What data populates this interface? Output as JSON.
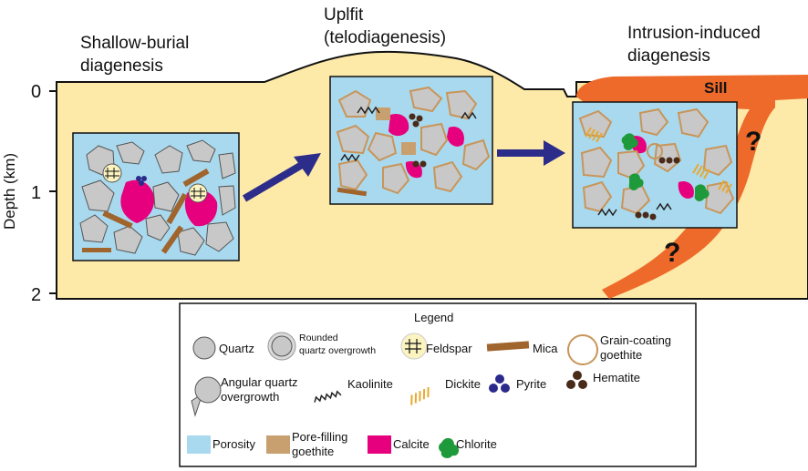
{
  "stages": [
    {
      "id": "shallow",
      "title_lines": [
        "Shallow-burial",
        "diagenesis"
      ]
    },
    {
      "id": "uplift",
      "title_lines": [
        "Uplfit",
        "(telodiagenesis)"
      ]
    },
    {
      "id": "intrusion",
      "title_lines": [
        "Intrusion-induced",
        "diagenesis"
      ]
    }
  ],
  "axis": {
    "label": "Depth (km)",
    "ticks": [
      "0",
      "1",
      "2"
    ]
  },
  "sill_label": "Sill",
  "question_mark": "?",
  "legend": {
    "title": "Legend",
    "items": [
      {
        "id": "quartz",
        "lines": [
          "Quartz"
        ]
      },
      {
        "id": "rounded-overgrowth",
        "lines": [
          "Rounded",
          "quartz overgrowth"
        ]
      },
      {
        "id": "feldspar",
        "lines": [
          "Feldspar"
        ]
      },
      {
        "id": "mica",
        "lines": [
          "Mica"
        ]
      },
      {
        "id": "grain-coating-goethite",
        "lines": [
          "Grain-coating",
          "goethite"
        ]
      },
      {
        "id": "angular-overgrowth",
        "lines": [
          "Angular quartz",
          "overgrowth"
        ]
      },
      {
        "id": "kaolinite",
        "lines": [
          "Kaolinite"
        ]
      },
      {
        "id": "dickite",
        "lines": [
          "Dickite"
        ]
      },
      {
        "id": "pyrite",
        "lines": [
          "Pyrite"
        ]
      },
      {
        "id": "hematite",
        "lines": [
          "Hematite"
        ]
      },
      {
        "id": "porosity",
        "lines": [
          "Porosity"
        ]
      },
      {
        "id": "pore-filling-goethite",
        "lines": [
          "Pore-filling",
          "goethite"
        ]
      },
      {
        "id": "calcite",
        "lines": [
          "Calcite"
        ]
      },
      {
        "id": "chlorite",
        "lines": [
          "Chlorite"
        ]
      }
    ]
  },
  "colors": {
    "sediment": "#fde9a8",
    "porosity": "#a9d9ee",
    "quartz": "#c8c8c8",
    "calcite": "#e6007e",
    "mica": "#a0642d",
    "goethite_fill": "#c8a070",
    "goethite_ring": "#c8955a",
    "feldspar": "#fbf3c0",
    "pyrite": "#2b2a8c",
    "hematite": "#4a2a18",
    "dickite": "#e8a830",
    "chlorite": "#1f9a3a",
    "sill": "#ee6a2a",
    "arrow": "#2c2c8a"
  },
  "icons": [
    "quartz-grain-icon",
    "rounded-overgrowth-icon",
    "feldspar-icon",
    "mica-icon",
    "goethite-ring-icon",
    "angular-overgrowth-icon",
    "kaolinite-icon",
    "dickite-icon",
    "pyrite-icon",
    "hematite-icon",
    "porosity-swatch-icon",
    "goethite-swatch-icon",
    "calcite-swatch-icon",
    "chlorite-icon",
    "arrow-right-icon"
  ]
}
